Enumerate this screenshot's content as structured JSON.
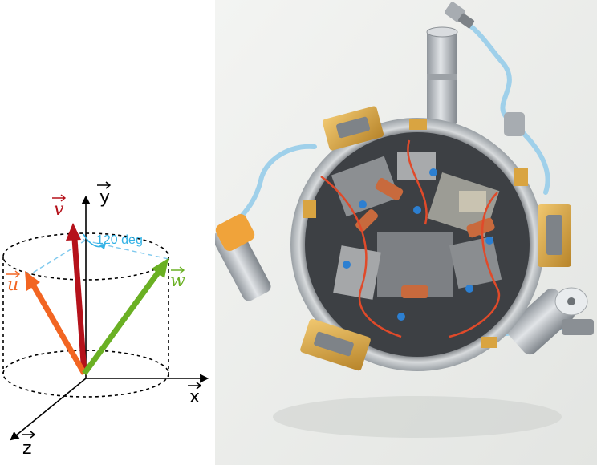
{
  "axes": {
    "x": "x",
    "y": "y",
    "z": "z"
  },
  "vectors": [
    {
      "name": "u",
      "color": "#f26522"
    },
    {
      "name": "v",
      "color": "#b5121b"
    },
    {
      "name": "w",
      "color": "#6ab023"
    }
  ],
  "angle_annotation": {
    "text": "120 deg",
    "color": "#35b3e6"
  },
  "colors": {
    "dashed": "#000000",
    "projection": "#7fc9ee",
    "cable_blue": "#9fd0ea",
    "gold": "#d9a441",
    "steel": "#b9bdc2"
  },
  "photo": {
    "subject": "triaxial sensor assembly with three gold connectors and blue coaxial cables"
  }
}
